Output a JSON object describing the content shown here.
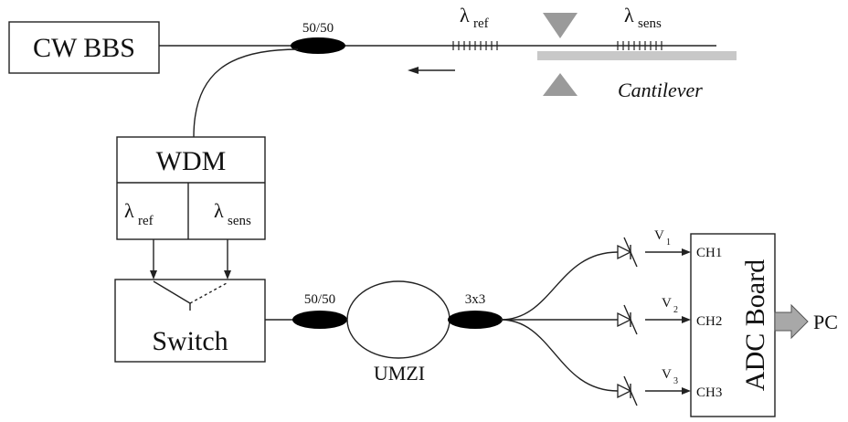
{
  "source": {
    "label": "CW BBS"
  },
  "coupler_top": {
    "label": "50/50"
  },
  "grating_ref": {
    "symbol": "λ",
    "sub": "ref"
  },
  "grating_sens": {
    "symbol": "λ",
    "sub": "sens"
  },
  "cantilever": {
    "label": "Cantilever"
  },
  "wdm": {
    "label": "WDM",
    "ch_ref": {
      "symbol": "λ",
      "sub": "ref"
    },
    "ch_sens": {
      "symbol": "λ",
      "sub": "sens"
    }
  },
  "switch": {
    "label": "Switch"
  },
  "coupler_bottom": {
    "label": "50/50"
  },
  "umzi": {
    "label": "UMZI"
  },
  "coupler_3x3": {
    "label": "3x3"
  },
  "voltages": [
    {
      "symbol": "V",
      "sub": "1"
    },
    {
      "symbol": "V",
      "sub": "2"
    },
    {
      "symbol": "V",
      "sub": "3"
    }
  ],
  "adc": {
    "label": "ADC Board",
    "channels": [
      "CH1",
      "CH2",
      "CH3"
    ]
  },
  "output": {
    "label": "PC"
  },
  "colors": {
    "line": "#222222",
    "coupler": "#000000",
    "cantilever": "#c8c8c8",
    "arrow_out": "#a8a8a8"
  }
}
